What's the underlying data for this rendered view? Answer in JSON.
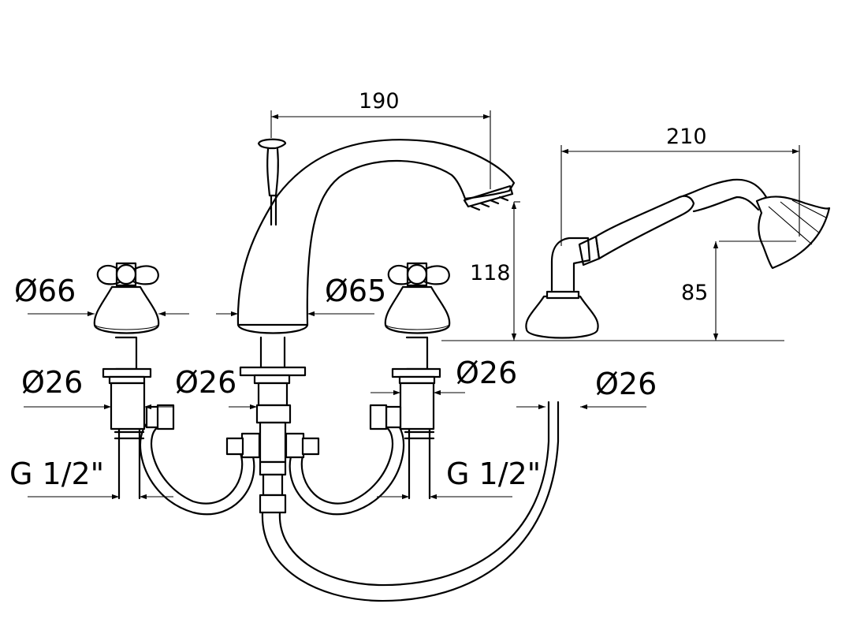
{
  "dimensions": {
    "spout_reach": "190",
    "shower_reach": "210",
    "spout_height": "118",
    "shower_holder_height": "85",
    "left_handle_diameter": "Ø66",
    "right_handle_diameter": "Ø65",
    "left_pipe_diameter": "Ø26",
    "center_pipe_diameter": "Ø26",
    "right_pipe_diameter": "Ø26",
    "shower_pipe_diameter": "Ø26",
    "left_thread": "G 1/2\"",
    "right_thread": "G 1/2\""
  },
  "colors": {
    "line": "#000000",
    "background": "#ffffff"
  }
}
